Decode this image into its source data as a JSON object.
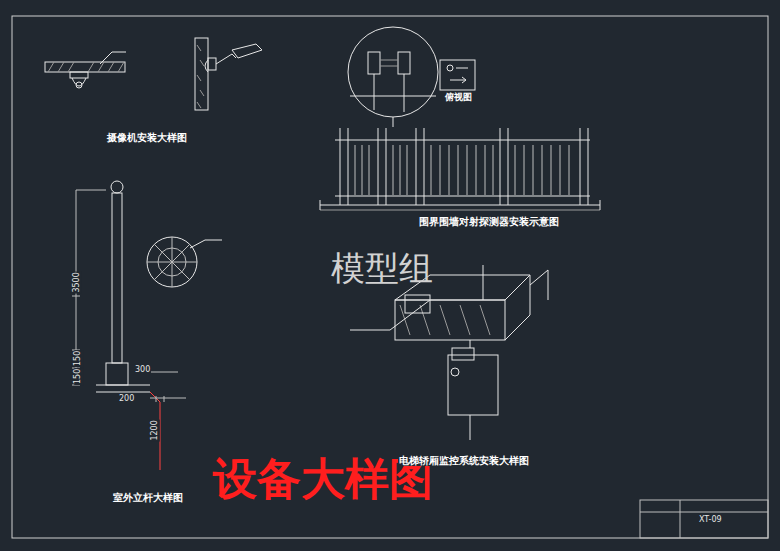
{
  "diagram": {
    "title": "设备大样图",
    "labels": [
      "摄像机安装大样图",
      "围界围墙对射探测器安装示意图",
      "俯视图",
      "室外立杆大样图",
      "电梯轿厢监控系统安装大样图",
      "模型组",
      "3500",
      "150",
      "150",
      "300",
      "200",
      "1200",
      "XT-09"
    ]
  }
}
